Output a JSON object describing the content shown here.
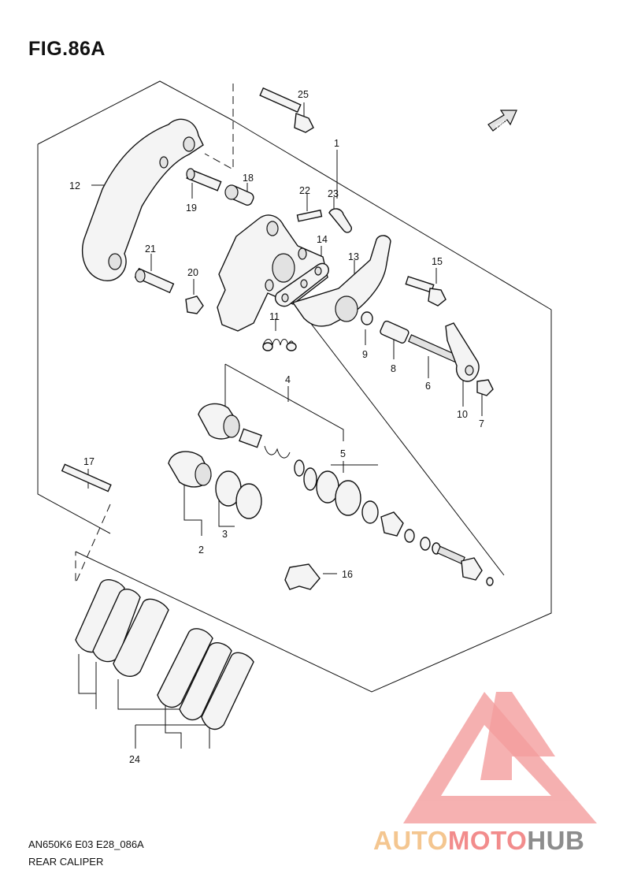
{
  "figure": {
    "title": "FIG.86A",
    "code": "AN650K6 E03 E28_086A",
    "caption": "REAR CALIPER",
    "fwd_label": "FWD"
  },
  "callouts": [
    {
      "id": "c1",
      "label": "1"
    },
    {
      "id": "c2",
      "label": "2"
    },
    {
      "id": "c3",
      "label": "3"
    },
    {
      "id": "c4",
      "label": "4"
    },
    {
      "id": "c5",
      "label": "5"
    },
    {
      "id": "c6",
      "label": "6"
    },
    {
      "id": "c7",
      "label": "7"
    },
    {
      "id": "c8",
      "label": "8"
    },
    {
      "id": "c9",
      "label": "9"
    },
    {
      "id": "c10",
      "label": "10"
    },
    {
      "id": "c11",
      "label": "11"
    },
    {
      "id": "c12",
      "label": "12"
    },
    {
      "id": "c13",
      "label": "13"
    },
    {
      "id": "c14",
      "label": "14"
    },
    {
      "id": "c15",
      "label": "15"
    },
    {
      "id": "c16",
      "label": "16"
    },
    {
      "id": "c17",
      "label": "17"
    },
    {
      "id": "c18",
      "label": "18"
    },
    {
      "id": "c19",
      "label": "19"
    },
    {
      "id": "c20",
      "label": "20"
    },
    {
      "id": "c21",
      "label": "21"
    },
    {
      "id": "c22",
      "label": "22"
    },
    {
      "id": "c23",
      "label": "23"
    },
    {
      "id": "c24",
      "label": "24"
    },
    {
      "id": "c25",
      "label": "25"
    }
  ],
  "watermark": {
    "part_a": "AUTO",
    "part_b": "MOTO",
    "part_c": "HUB",
    "color_a": "#f4c690",
    "color_b": "#f28c8c",
    "color_c": "#8d8d8d"
  }
}
